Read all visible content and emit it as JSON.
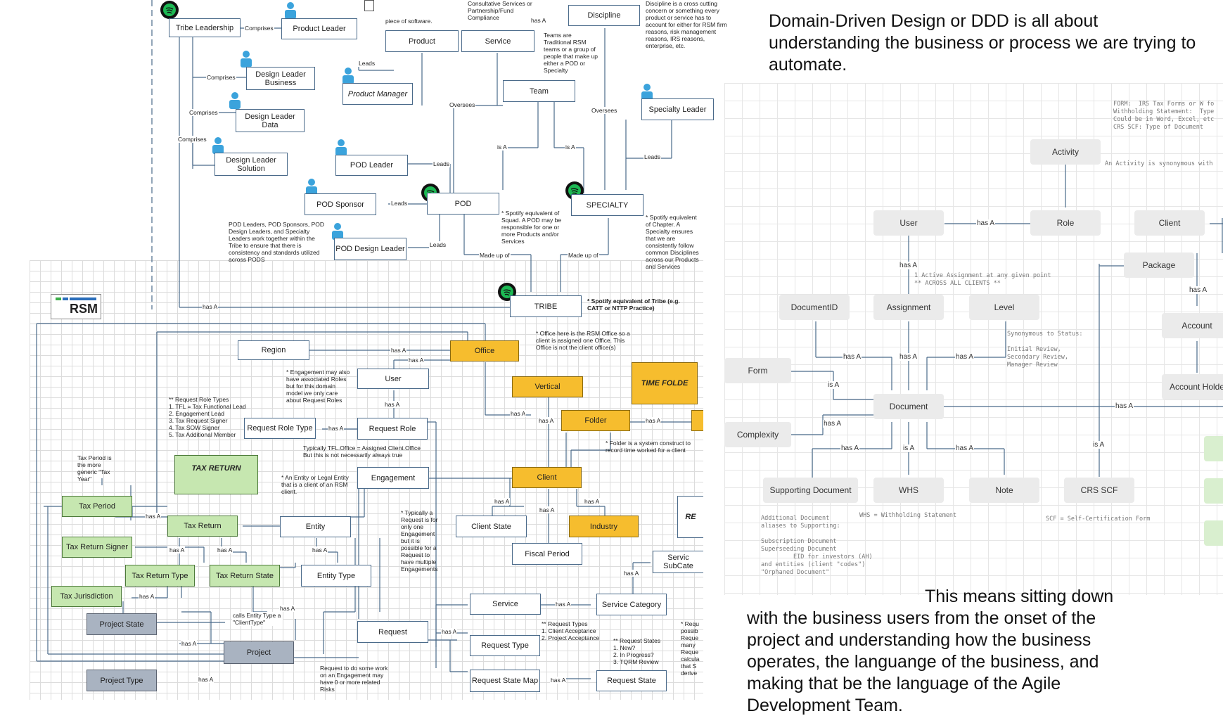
{
  "top_diagram": {
    "nodes": {
      "tribe_leadership": "Tribe Leadership",
      "product_leader": "Product Leader",
      "product": "Product",
      "service": "Service",
      "discipline": "Discipline",
      "design_leader_business": "Design Leader Business",
      "design_leader_data": "Design Leader Data",
      "design_leader_solution": "Design Leader Solution",
      "product_manager": "Product Manager",
      "team": "Team",
      "specialty_leader": "Specialty Leader",
      "pod_leader": "POD Leader",
      "pod_sponsor": "POD Sponsor",
      "pod": "POD",
      "specialty": "SPECIALTY",
      "pod_design_leader": "POD Design Leader",
      "tribe": "TRIBE"
    },
    "labels": {
      "comprises": "Comprises",
      "leads": "Leads",
      "oversees": "Oversees",
      "is_a": "is A",
      "made_up_of": "Made up of",
      "has_a": "has A"
    },
    "notes": {
      "piece_of_software": "piece of software.",
      "consultative": "Consultative Services or Partnership/Fund Compliance",
      "teams_are": "Teams are Traditional RSM teams or a group of people that make up either a POD or Specialty",
      "discipline_note": "Discipline is a cross cutting concern or something every product or service has to account for either for RSM firm reasons, risk management reasons, IRS reasons, enterprise, etc.",
      "pod_leaders_note": "POD Leaders, POD Sponsors, POD Design Leaders, and Specialty Leaders work together within the Tribe to ensure that there is consistency and standards utilized across PODS",
      "spotify_squad": "* Spotify equivalent of Squad. A POD may be responsible for one or more Products and/or Services",
      "spotify_chapter": "* Spotify equivalent of Chapter. A Specialty ensures that we are consistently follow common Disciplines across our Products and Services",
      "spotify_tribe": "* Spotify equivalent of Tribe (e.g. CATT or NTTP Practice)"
    }
  },
  "rsm_logo": "RSM",
  "bottom_diagram": {
    "nodes": {
      "region": "Region",
      "office": "Office",
      "user": "User",
      "vertical": "Vertical",
      "time_folder": "TIME FOLDE",
      "request_role_type": "Request Role Type",
      "request_role": "Request Role",
      "folder": "Folder",
      "tax_return_title": "TAX RETURN",
      "engagement": "Engagement",
      "client": "Client",
      "tax_period": "Tax Period",
      "tax_return": "Tax Return",
      "entity": "Entity",
      "client_state": "Client State",
      "industry": "Industry",
      "re": "RE",
      "tax_return_signer": "Tax Return Signer",
      "fiscal_period": "Fiscal Period",
      "tax_return_type": "Tax Return Type",
      "tax_return_state": "Tax Return State",
      "entity_type": "Entity Type",
      "servic_subcate": "Servic SubCate",
      "tax_jurisdiction": "Tax Jurisdiction",
      "service": "Service",
      "service_category": "Service Category",
      "project_state": "Project State",
      "request": "Request",
      "project": "Project",
      "request_type": "Request Type",
      "project_type": "Project Type",
      "request_state_map": "Request State Map",
      "request_state": "Request State"
    },
    "labels": {
      "has_a": "has A",
      "calls_entity_type": "calls Entity Type a \"ClientType\""
    },
    "notes": {
      "office_note": "* Office here is the RSM Office so a client is assigned one Office. This Office is not the client office(s)",
      "engagement_note": "* Engagement may also have associated Roles but for this domain model we only care about Request Roles",
      "request_role_types": "** Request Role Types\n1. TFL = Tax Functional Lead\n2. Engagement Lead\n3. Tax Request Signer\n4. Tax SOW Signer\n5. Tax Additional Member",
      "typically_tfl": "Typically TFL.Office = Assigned Client.Office But this is not necessarily always true",
      "folder_note": "* Folder is a system construct to record time worked for a client",
      "tax_period_note": "Tax Period is the more generic \"Tax Year\"",
      "entity_note": "* An Entity or Legal Entity that is a client of an RSM client.",
      "request_note": "* Typically a Request is for only one Engagement but it is possible for a Request to have multiple Engagements",
      "request_types": "** Request Types\n1. Client Acceptance\n2. Project Acceptance",
      "request_states": "** Request States\n1. New?\n2. In Progress?\n3. TQRM Review",
      "requ_note": "* Requ possib Reque many Reque calcula that S derive",
      "request_to": "Request to do some work on an Engagement may have 0 or more related Risks"
    }
  },
  "right_diagram": {
    "nodes": {
      "activity": "Activity",
      "user": "User",
      "role": "Role",
      "client": "Client",
      "package": "Package",
      "document_id": "DocumentID",
      "assignment": "Assignment",
      "level": "Level",
      "account": "Account",
      "form": "Form",
      "document": "Document",
      "account_holder": "Account Holde",
      "complexity": "Complexity",
      "supporting_document": "Supporting Document",
      "whs": "WHS",
      "note": "Note",
      "crs_scf": "CRS SCF"
    },
    "labels": {
      "has_a": "has A",
      "is_a": "is A"
    },
    "notes": {
      "form_note": "FORM:  IRS Tax Forms or W fo\nWithholding Statement:  Type\nCould be in Word, Excel, etc\nCRS SCF: Type of Document",
      "activity_note": "An Activity is synonymous with",
      "assignment_note": "1 Active Assignment at any given point\n** ACROSS ALL CLIENTS **",
      "level_note": "Synonymous to Status:\n\nInitial Review,\nSecondary Review,\nManager Review",
      "supporting_note": "Additional Document\naliases to Supporting:\n\nSubscription Document\nSuperseeding Document\n         EID for investors (AH)\nand entities (client \"codes\")\n\"Orphaned Document\"",
      "whs_note": "WHS = Withholding Statement",
      "scf_note": "SCF = Self-Certification Form"
    }
  },
  "headline": "Domain-Driven Design or DDD is all about understanding the business or process we are trying to automate.",
  "body_text": {
    "line1": "This means sitting down",
    "line2": "with the business users from the onset of the",
    "line3": "project and understanding how the business",
    "line4": "operates, the languange of the business, and",
    "line5": "making that be the language of the Agile",
    "line6": "Development Team."
  },
  "colors": {
    "orange": "#f6bd2e",
    "green": "#c6e7b0",
    "grey": "#a9b3c1",
    "line": "#4a6a8a",
    "spotify": "#1db954",
    "rsm_blue": "#2a6ebb",
    "rsm_green": "#3cae4a"
  }
}
